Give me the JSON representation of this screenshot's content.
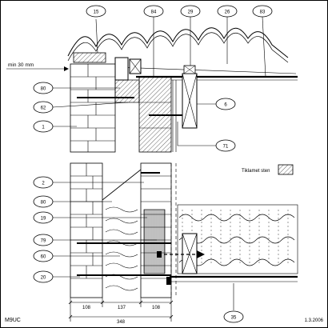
{
  "callouts": {
    "c15": "15",
    "c84": "84",
    "c29": "29",
    "c26": "26",
    "c83": "83",
    "c80a": "80",
    "c62": "62",
    "c1": "1",
    "c6": "6",
    "c71": "71",
    "c2": "2",
    "c80b": "80",
    "c19": "19",
    "c79": "79",
    "c60": "60",
    "c20": "20",
    "c35": "35"
  },
  "annotations": {
    "min_gap": "min 30 mm",
    "legend_label": "Tiklamet sten"
  },
  "dimensions": {
    "d1": "108",
    "d2": "137",
    "d3": "108",
    "total": "348"
  },
  "footer": {
    "code": "M9UC",
    "date": "1.3.2006"
  }
}
